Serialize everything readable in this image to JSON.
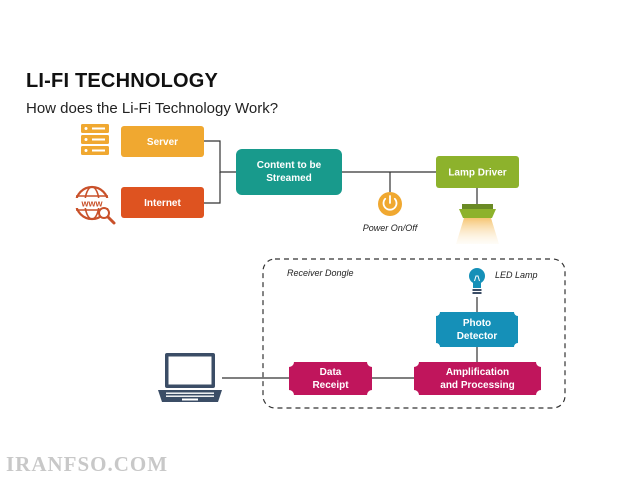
{
  "header": {
    "title": "LI-FI TECHNOLOGY",
    "subtitle": "How does the Li-Fi Technology Work?"
  },
  "nodes": {
    "server": {
      "label": "Server"
    },
    "internet": {
      "label": "Internet"
    },
    "content": {
      "line1": "Content to be",
      "line2": "Streamed"
    },
    "lamp_driver": {
      "label": "Lamp Driver"
    },
    "power": {
      "label": "Power On/Off"
    },
    "receiver": {
      "label": "Receiver Dongle"
    },
    "led_lamp": {
      "label": "LED Lamp"
    },
    "photo_detector": {
      "line1": "Photo",
      "line2": "Detector"
    },
    "amplification": {
      "line1": "Amplification",
      "line2": "and Processing"
    },
    "data_receipt": {
      "line1": "Data",
      "line2": "Receipt"
    },
    "www_icon_text": "www"
  },
  "colors": {
    "server": "#f0a830",
    "internet": "#de5320",
    "content": "#189a8c",
    "lamp_driver": "#8db22c",
    "power": "#f0a830",
    "photo_detector": "#1590b8",
    "amplification": "#c0155c",
    "data_receipt": "#c0155c",
    "icon_dark": "#3b4d66"
  },
  "watermark": "IRANFSO.COM"
}
